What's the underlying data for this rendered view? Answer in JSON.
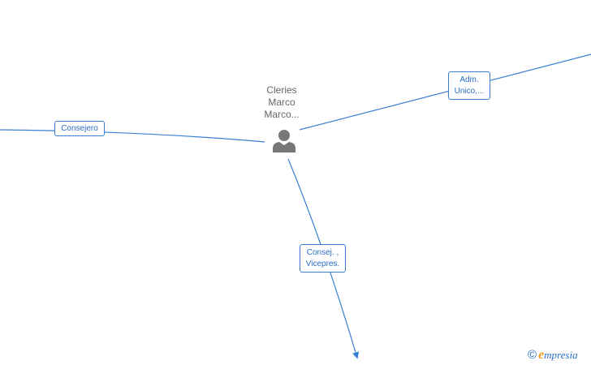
{
  "node": {
    "name_lines": [
      "Cleries",
      "Marco",
      "Marco..."
    ],
    "icon": "person-icon"
  },
  "edges": [
    {
      "label_lines": [
        "Consejero"
      ]
    },
    {
      "label_lines": [
        "Adm.",
        "Unico,..."
      ]
    },
    {
      "label_lines": [
        "Consej. ,",
        "Vicepres."
      ]
    }
  ],
  "brand": {
    "copyright_symbol": "©",
    "first_letter": "e",
    "rest": "mpresia",
    "accent_color": "#f0a020"
  },
  "colors": {
    "edge": "#3a7fd5",
    "node_text": "#666666",
    "icon": "#777777"
  }
}
